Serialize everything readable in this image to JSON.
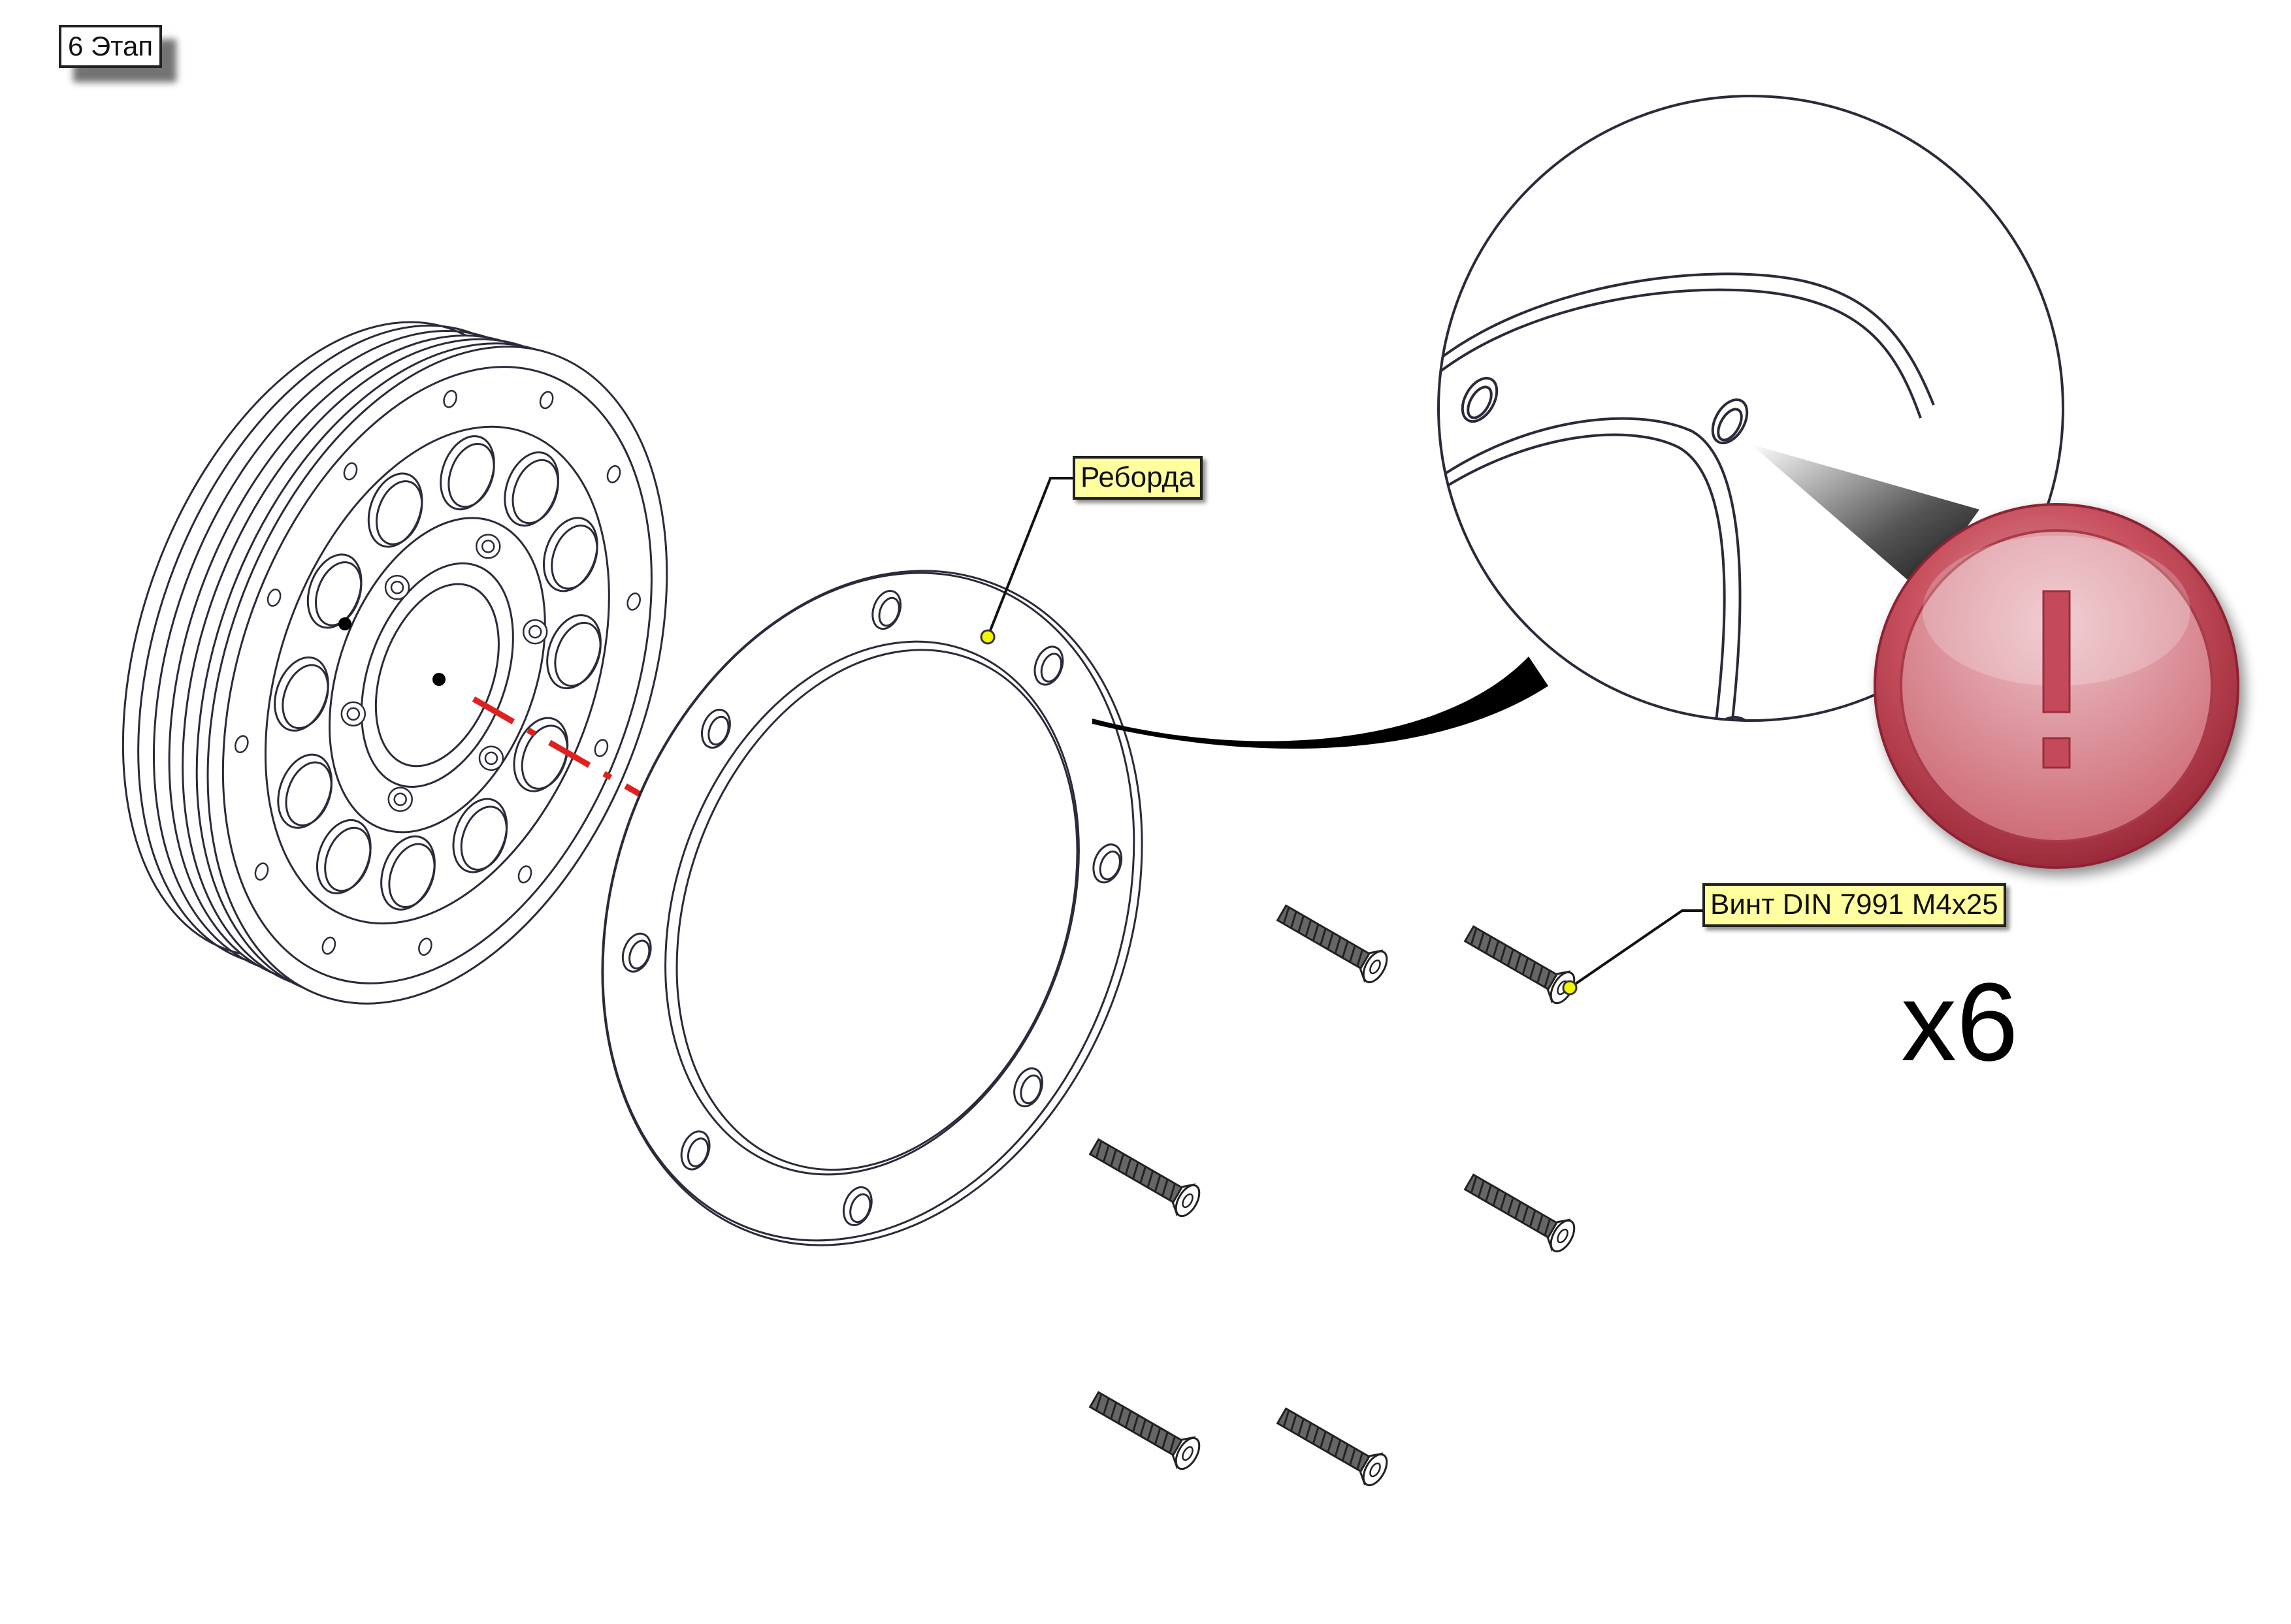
{
  "stage": {
    "label": "6 Этап"
  },
  "callouts": {
    "flange": "Реборда",
    "screw": "Винт DIN 7991 M4x25"
  },
  "quantity": "x6",
  "icons": {
    "warning": "exclamation-warning-icon",
    "magnifier": "detail-magnifier-icon"
  },
  "colors": {
    "axis_line": "#e0201e",
    "callout_fill": "#ffffa0",
    "callout_dot": "#f5f500",
    "warning_red": "#c8505e",
    "outline": "#2a2a3a"
  }
}
